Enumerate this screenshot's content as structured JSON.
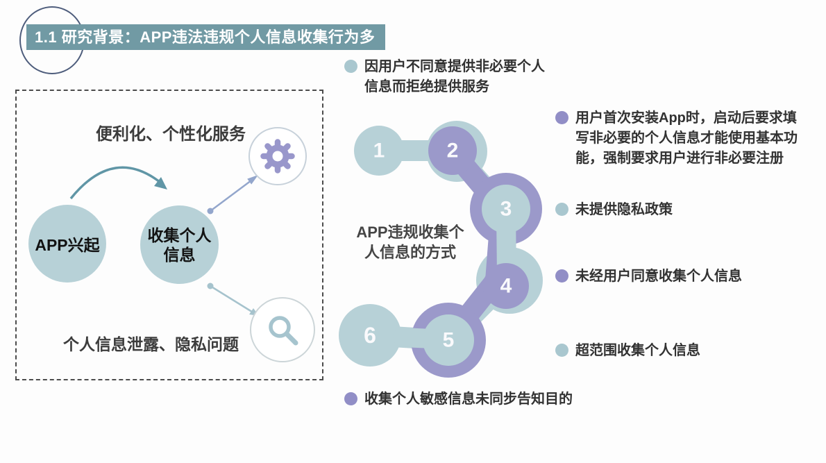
{
  "slide": {
    "title": "1.1 研究背景：APP违法违规个人信息收集行为多"
  },
  "left_panel": {
    "top_label": "便利化、个性化服务",
    "node_app": "APP兴起",
    "node_collect_line1": "收集个人",
    "node_collect_line2": "信息",
    "bottom_label": "个人信息泄露、隐私问题",
    "gear_icon": "gear-icon",
    "magnifier_icon": "search-icon"
  },
  "flow": {
    "label_line1": "APP违规收集个",
    "label_line2": "人信息的方式",
    "steps": [
      "1",
      "2",
      "3",
      "4",
      "5",
      "6"
    ]
  },
  "bullets": [
    {
      "color": "teal",
      "text": "因用户不同意提供非必要个人信息而拒绝提供服务"
    },
    {
      "color": "purple",
      "text": "用户首次安装App时，启动后要求填写非必要的个人信息才能使用基本功能，强制要求用户进行非必要注册"
    },
    {
      "color": "teal",
      "text": "未提供隐私政策"
    },
    {
      "color": "purple",
      "text": "未经用户同意收集个人信息"
    },
    {
      "color": "teal",
      "text": "超范围收集个人信息"
    },
    {
      "color": "purple",
      "text": "收集个人敏感信息未同步告知目的"
    }
  ],
  "colors": {
    "title_bg": "#719aa4",
    "teal": "#b7d1d7",
    "purple": "#9b99ca",
    "bullet_teal": "#a9c7cf",
    "bullet_purple": "#918ec6",
    "outline_circle": "#4e5d7c"
  }
}
